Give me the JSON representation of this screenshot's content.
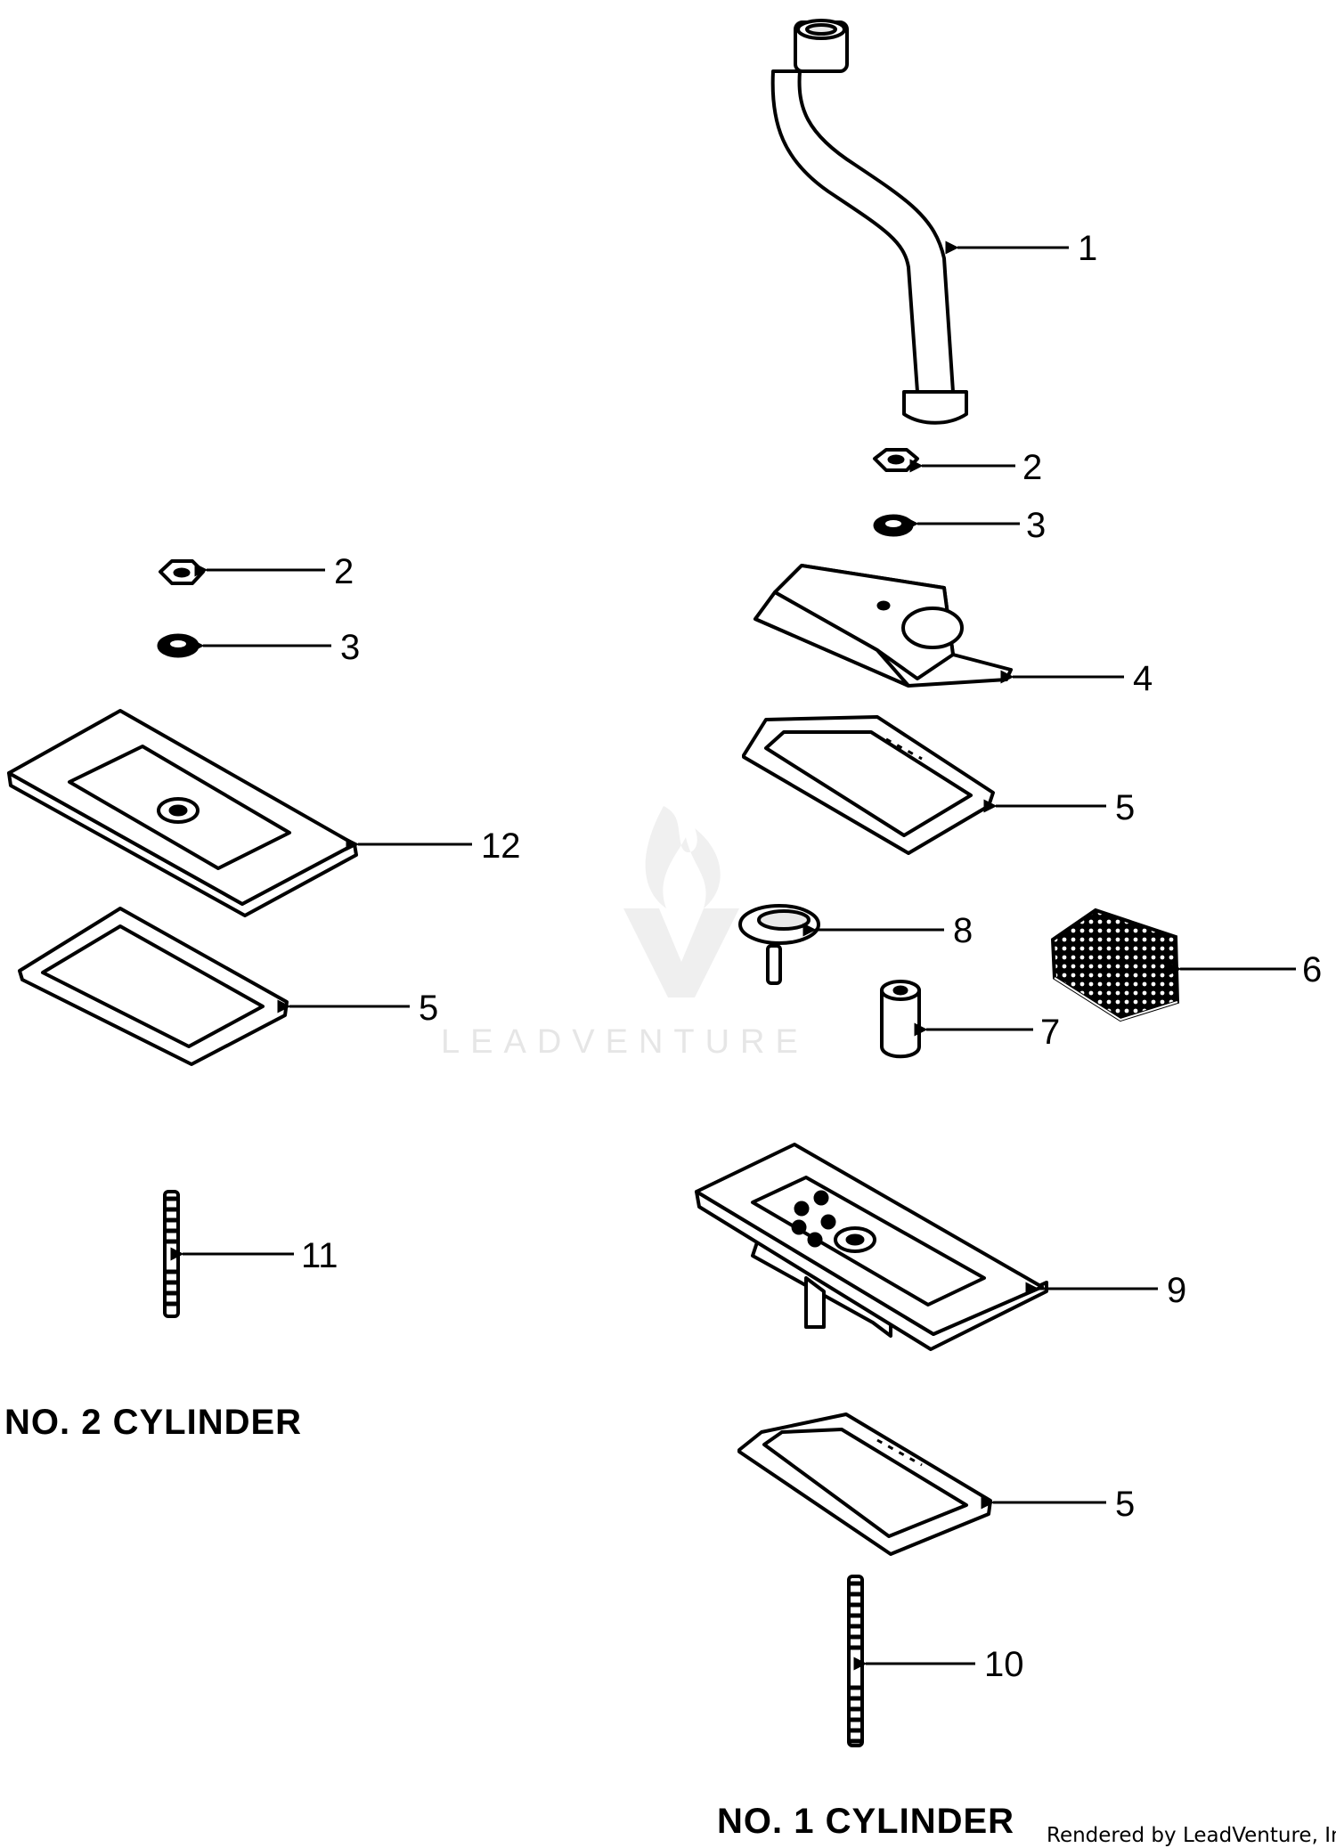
{
  "watermark": {
    "text": "LEADVENTURE"
  },
  "credit": "Rendered by LeadVenture, Inc.",
  "sections": {
    "no1": "NO. 1 CYLINDER",
    "no2": "NO. 2 CYLINDER"
  },
  "callouts": [
    {
      "id": "c1",
      "label": "1"
    },
    {
      "id": "c2a",
      "label": "2"
    },
    {
      "id": "c3a",
      "label": "3"
    },
    {
      "id": "c4",
      "label": "4"
    },
    {
      "id": "c5a",
      "label": "5"
    },
    {
      "id": "c8",
      "label": "8"
    },
    {
      "id": "c6",
      "label": "6"
    },
    {
      "id": "c7",
      "label": "7"
    },
    {
      "id": "c9",
      "label": "9"
    },
    {
      "id": "c5b",
      "label": "5"
    },
    {
      "id": "c10",
      "label": "10"
    },
    {
      "id": "c2b",
      "label": "2"
    },
    {
      "id": "c3b",
      "label": "3"
    },
    {
      "id": "c12",
      "label": "12"
    },
    {
      "id": "c5c",
      "label": "5"
    },
    {
      "id": "c11",
      "label": "11"
    }
  ]
}
